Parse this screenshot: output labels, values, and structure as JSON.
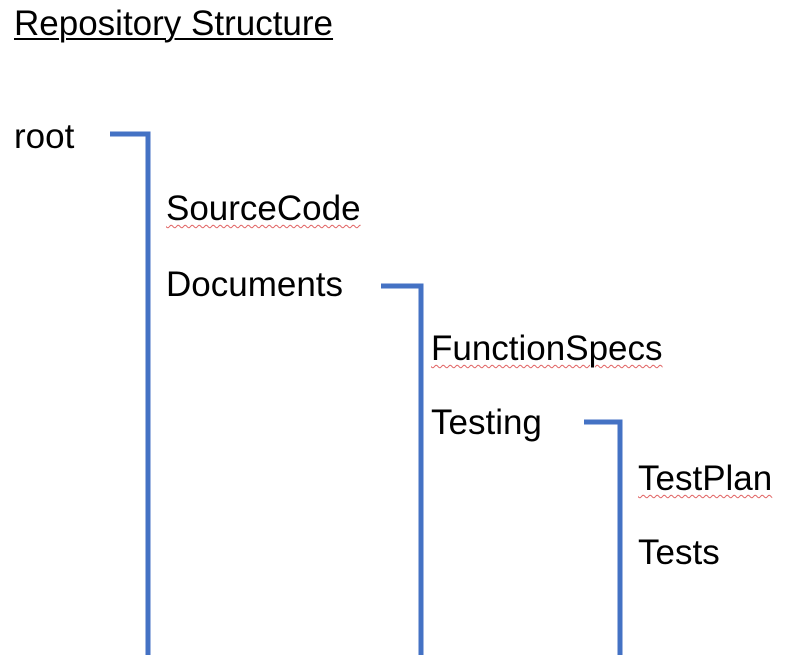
{
  "title": "Repository Structure",
  "line_color": "#4472C4",
  "spellcheck_color": "#e06060",
  "tree": {
    "root": "root",
    "level1": [
      "SourceCode",
      "Documents"
    ],
    "level2": [
      "FunctionSpecs",
      "Testing"
    ],
    "level3": [
      "TestPlan",
      "Tests"
    ]
  }
}
